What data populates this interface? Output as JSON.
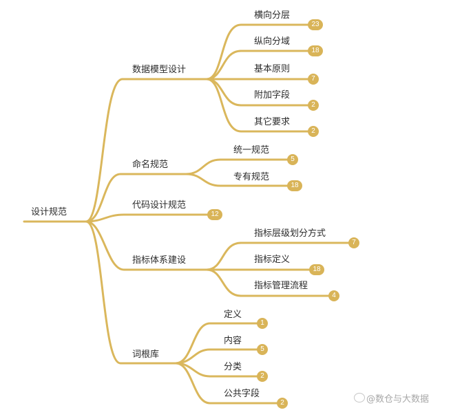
{
  "mindmap": {
    "root": {
      "label": "设计规范"
    },
    "branches": [
      {
        "label": "数据模型设计",
        "children": [
          {
            "label": "横向分层",
            "count": "23"
          },
          {
            "label": "纵向分域",
            "count": "18"
          },
          {
            "label": "基本原则",
            "count": "7"
          },
          {
            "label": "附加字段",
            "count": "2"
          },
          {
            "label": "其它要求",
            "count": "2"
          }
        ]
      },
      {
        "label": "命名规范",
        "children": [
          {
            "label": "统一规范",
            "count": "5"
          },
          {
            "label": "专有规范",
            "count": "18"
          }
        ]
      },
      {
        "label": "代码设计规范",
        "count": "12"
      },
      {
        "label": "指标体系建设",
        "children": [
          {
            "label": "指标层级划分方式",
            "count": "7"
          },
          {
            "label": "指标定义",
            "count": "18"
          },
          {
            "label": "指标管理流程",
            "count": "4"
          }
        ]
      },
      {
        "label": "词根库",
        "children": [
          {
            "label": "定义",
            "count": "1"
          },
          {
            "label": "内容",
            "count": "5"
          },
          {
            "label": "分类",
            "count": "2"
          },
          {
            "label": "公共字段",
            "count": "2"
          }
        ]
      }
    ]
  },
  "watermark": {
    "text": "@数仓与大数据"
  },
  "colors": {
    "line": "#dab75c",
    "badge": "#d9b458",
    "text": "#2b2b2b"
  }
}
